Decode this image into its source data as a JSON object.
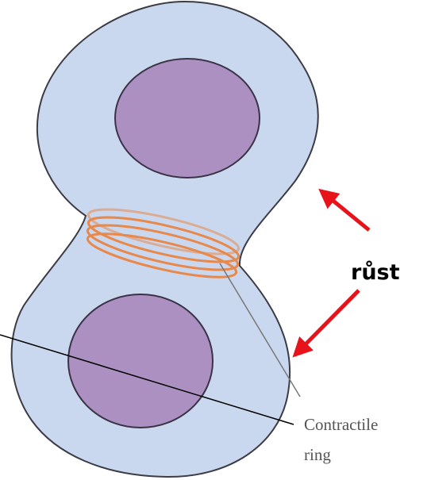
{
  "labels": {
    "ring_line1": "Contractile",
    "ring_line2": "ring",
    "growth": "růst"
  },
  "colors": {
    "cell_fill": "#c9d8ee",
    "cell_stroke": "#3c3c46",
    "nucleus_fill": "#ad90c2",
    "nucleus_stroke": "#3a3346",
    "ring": "#e8884a",
    "arrow": "#e8131a",
    "leader": "#000000",
    "leader_ring": "#777777"
  },
  "icons": {
    "growth_arrow_top": "arrow-up-left-icon",
    "growth_arrow_bottom": "arrow-down-left-icon"
  }
}
